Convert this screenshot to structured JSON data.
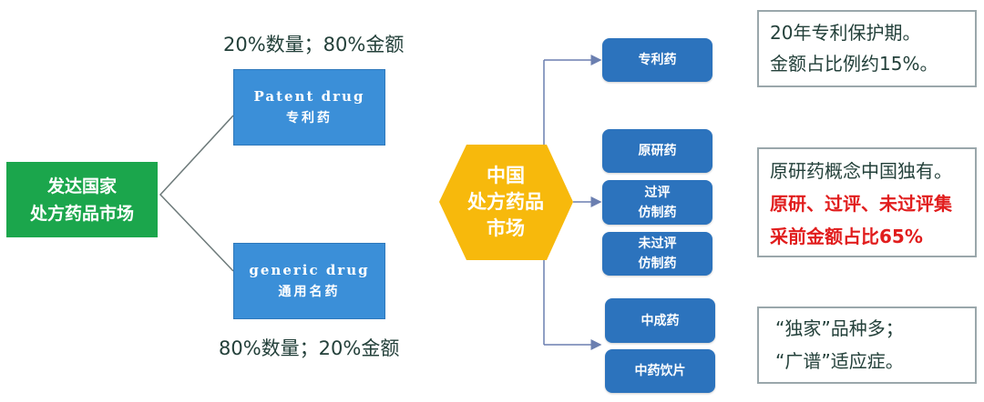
{
  "left": {
    "root": {
      "line1": "发达国家",
      "line2": "处方药品市场"
    },
    "patent": {
      "en": "Patent drug",
      "cn": "专利药",
      "caption": "20%数量；80%金额"
    },
    "generic": {
      "en": "generic drug",
      "cn": "通用名药",
      "caption": "80%数量；20%金额"
    }
  },
  "right": {
    "hub": {
      "line1": "中国",
      "line2": "处方药品",
      "line3": "市场"
    },
    "boxes": [
      {
        "line1": "专利药"
      },
      {
        "line1": "原研药"
      },
      {
        "line1": "过评",
        "line2": "仿制药"
      },
      {
        "line1": "未过评",
        "line2": "仿制药"
      },
      {
        "line1": "中成药"
      },
      {
        "line1": "中药饮片"
      }
    ],
    "notes": [
      {
        "line1": "20年专利保护期。",
        "line2": "金额占比例约15%。"
      },
      {
        "line1": "原研药概念中国独有。",
        "line2": "原研、过评、未过评集",
        "line3": "采前金额占比65%"
      },
      {
        "line1": "“独家”品种多；",
        "line2": "“广谱”适应症。"
      }
    ]
  },
  "colors": {
    "green": "#1ba64c",
    "blue": "#3b8fd8",
    "darkblue": "#2c73bd",
    "hex": "#f7b90c",
    "red": "#e11d1d"
  }
}
